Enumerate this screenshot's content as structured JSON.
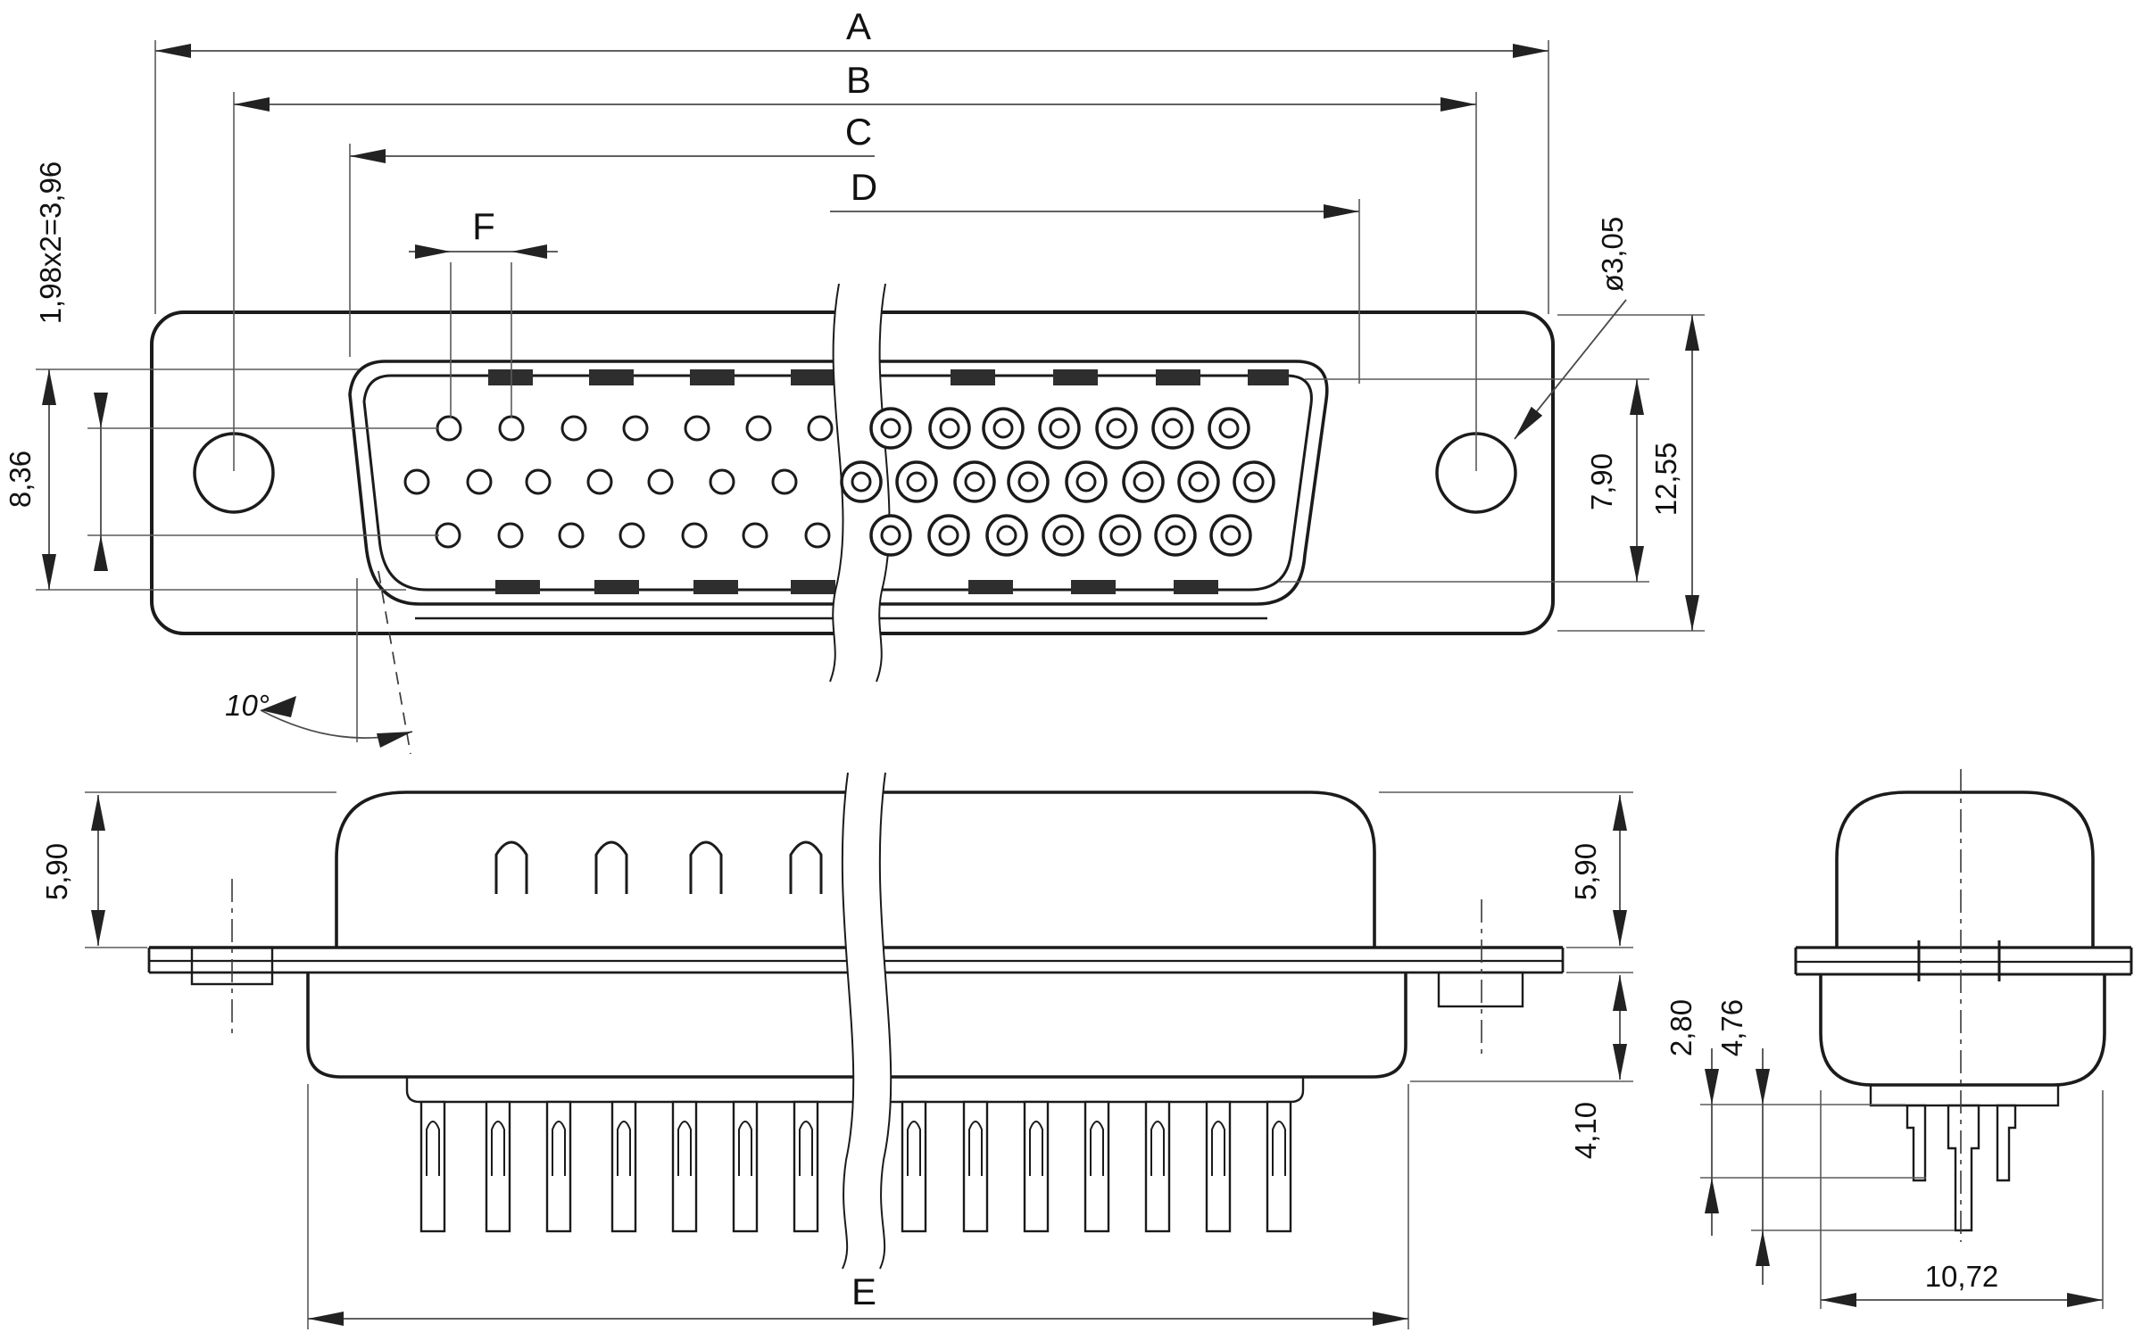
{
  "title": "D-sub high-density connector dimensional drawing",
  "labels": {
    "a": "A",
    "b": "B",
    "c": "C",
    "d": "D",
    "e": "E",
    "f": "F"
  },
  "dims": {
    "row_pitch": "1,98x2=3,96",
    "face_height": "8,36",
    "hole_diameter": "ø3,05",
    "shell_height": "7,90",
    "flange_height": "12,55",
    "draft_angle": "10°",
    "hood_depth_left": "5,90",
    "hood_depth_right": "5,90",
    "tail_depth": "4,10",
    "pin_step": "2,80",
    "pin_length": "4,76",
    "footprint_width": "10,72"
  },
  "colors": {
    "line": "#1b1b1b",
    "dimension_line": "#4a4a4a",
    "insert_face_fill": "#e6e6e6",
    "insulator_fill": "#dedede",
    "slot_fill": "#2e2e2e",
    "background": "#ffffff"
  }
}
